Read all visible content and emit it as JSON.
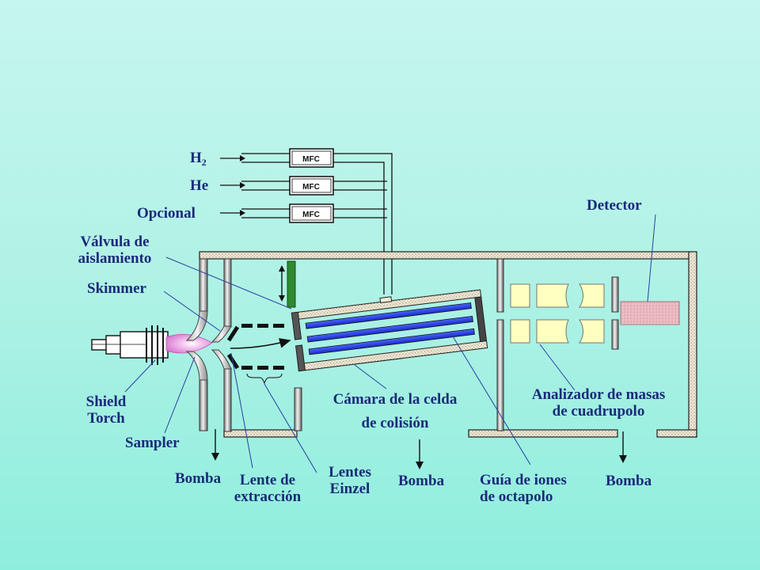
{
  "gases": {
    "h2": {
      "main": "H",
      "sub": "2"
    },
    "he": "He",
    "opcional": "Opcional"
  },
  "mfc_label": "MFC",
  "labels": {
    "detector": "Detector",
    "valvula_line1": "Válvula de",
    "valvula_line2": "aislamiento",
    "skimmer": "Skimmer",
    "shield_line1": "Shield",
    "shield_line2": "Torch",
    "sampler": "Sampler",
    "bomba_1": "Bomba",
    "lente_line1": "Lente de",
    "lente_line2": "extracción",
    "lentes_line1": "Lentes",
    "lentes_line2": "Einzel",
    "camara_line1": "Cámara de la celda",
    "camara_line2": "de colisión",
    "bomba_2": "Bomba",
    "guia_line1": "Guía de iones",
    "guia_line2": "de octapolo",
    "analizador_line1": "Analizador de masas",
    "analizador_line2": "de cuadrupolo",
    "bomba_3": "Bomba"
  },
  "colors": {
    "text": "#1a2a7a",
    "rod": "#2a3ee0",
    "valve": "#2e8a2e",
    "plasma": "#e38fd8",
    "detector": "#e8b8c0",
    "quad": "#ffffc0"
  }
}
